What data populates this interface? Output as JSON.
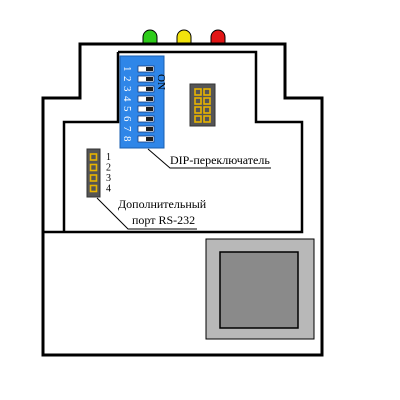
{
  "leds": [
    {
      "color": "#2ecc1a"
    },
    {
      "color": "#f2e30c"
    },
    {
      "color": "#e21616"
    }
  ],
  "dip_switch": {
    "on_label": "ON",
    "numbers": [
      "1",
      "2",
      "3",
      "4",
      "5",
      "6",
      "7",
      "8"
    ],
    "body_color": "#2f86e8",
    "caption": "DIP-переключатель"
  },
  "serial_port": {
    "pin_numbers": [
      "1",
      "2",
      "3",
      "4"
    ],
    "caption_line1": "Дополнительный",
    "caption_line2": "порт RS-232"
  },
  "colors": {
    "outline": "#000000",
    "pin": "#e8b400",
    "header_body": "#555555",
    "module_outer": "#b8b8b8",
    "module_inner": "#8a8a8a"
  }
}
